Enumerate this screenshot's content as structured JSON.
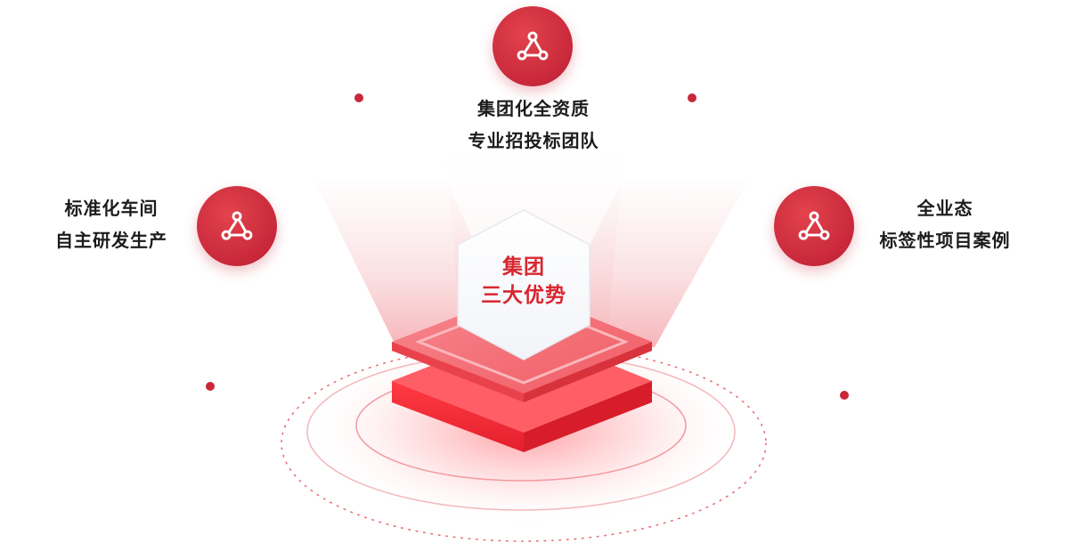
{
  "center": {
    "line1": "集团",
    "line2": "三大优势"
  },
  "advantages": [
    {
      "line1": "集团化全资质",
      "line2": "专业招投标团队",
      "icon": "webhook-icon"
    },
    {
      "line1": "标准化车间",
      "line2": "自主研发生产",
      "icon": "webhook-icon"
    },
    {
      "line1": "全业态",
      "line2": "标签性项目案例",
      "icon": "webhook-icon"
    }
  ],
  "colors": {
    "accent": "#c8283a",
    "platform_top": "#f06b72",
    "platform_base": "#e8333d",
    "text_dark": "#1c1c1c",
    "center_text": "#d8262f"
  }
}
